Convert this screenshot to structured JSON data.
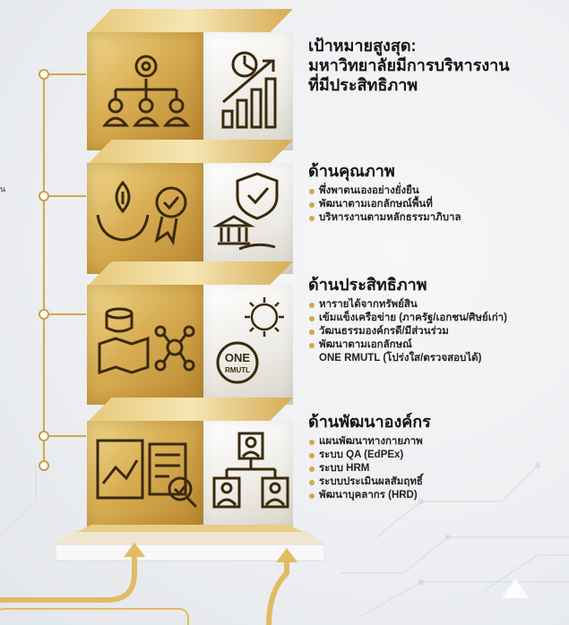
{
  "goal": {
    "heading": "เป้าหมายสูงสุด:",
    "line1": "มหาวิทยาลัยมีการบริหารงาน",
    "line2": "ที่มีประสิทธิภาพ"
  },
  "side_fragment": "น",
  "sections": [
    {
      "title": "ด้านคุณภาพ",
      "items": [
        "พึ่งพาตนเองอย่างยั่งยืน",
        "พัฒนาตามเอกลักษณ์พื้นที่",
        "บริหารงานตามหลักธรรมาภิบาล"
      ]
    },
    {
      "title": "ด้านประสิทธิภาพ",
      "items": [
        "หารายได้จากทรัพย์สิน",
        "เข้มแข็งเครือข่าย (ภาครัฐ/เอกชน/ศิษย์เก่า)",
        "วัฒนธรรมองค์กรดี/มีส่วนร่วม",
        "พัฒนาตามเอกลักษณ์",
        "ONE RMUTL (โปร่งใส/ตรวจสอบได้)"
      ]
    },
    {
      "title": "ด้านพัฒนาองค์กร",
      "items": [
        "แผนพัฒนาทางกายภาพ",
        "ระบบ QA (EdPEx)",
        "ระบบ HRM",
        "ระบบประเมินผลสัมฤทธิ์",
        "พัฒนาบุคลากร (HRD)"
      ]
    }
  ],
  "badge": {
    "line1": "ONE",
    "line2": "RMUTL"
  },
  "colors": {
    "gold": "#d1a84a",
    "gold_dark": "#b8862f",
    "text": "#151515"
  }
}
